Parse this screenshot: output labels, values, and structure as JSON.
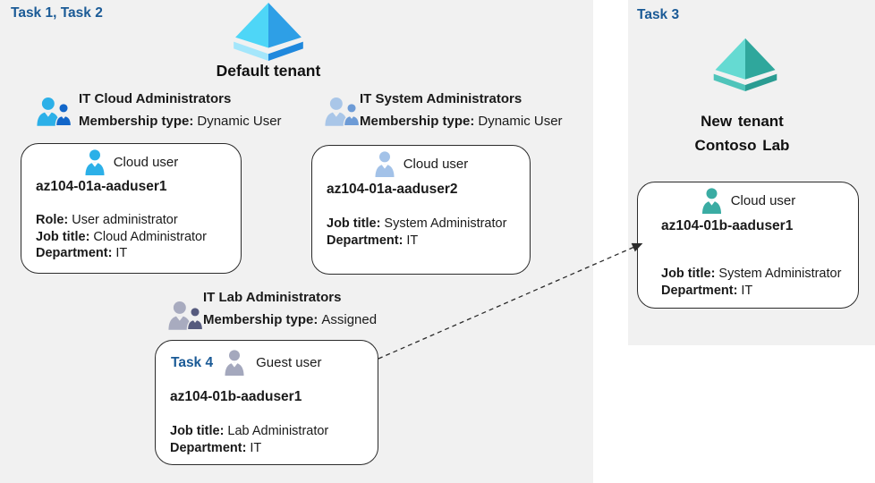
{
  "colors": {
    "canvas_bg": "#f1f1f1",
    "panel_bg": "#f1f1f1",
    "task_label": "#1a5a96",
    "text": "#1a1a1a",
    "box_border": "#2b2b2b",
    "arrow": "#2b2b2b",
    "tenant_default_left": "#4ed6f7",
    "tenant_default_right": "#2e9fe6",
    "tenant_default_base_left": "#a4e6fb",
    "tenant_default_base_right": "#1f88dd",
    "tenant_new_left": "#65dad2",
    "tenant_new_right": "#2fa79c",
    "tenant_new_base_left": "#4fc4ba",
    "tenant_new_base_right": "#2a9c92",
    "cloud_user": "#2cb0e8",
    "cloud_user_light": "#a3c2e8",
    "guest_user": "#a4a8bd",
    "guest_user_dark": "#565b7e",
    "new_cloud_user": "#3aaca3",
    "group_cloud_main": "#2cb0e8",
    "group_cloud_sub": "#1266c9",
    "group_system_main": "#a9c6e8",
    "group_system_sub": "#6d9bd6",
    "group_lab_main": "#a8abbf",
    "group_lab_sub": "#565b7e"
  },
  "default_tenant_area": {
    "task_label": "Task 1, Task 2",
    "tenant_name": "Default tenant",
    "groups": {
      "cloud": {
        "name": "IT Cloud Administrators",
        "membership_label": "Membership type:",
        "membership_value": "Dynamic User"
      },
      "system": {
        "name": "IT System Administrators",
        "membership_label": "Membership type:",
        "membership_value": "Dynamic User"
      },
      "lab": {
        "name": "IT Lab Administrators",
        "membership_label": "Membership type:",
        "membership_value": "Assigned"
      }
    },
    "users": {
      "cloud1": {
        "type_label": "Cloud user",
        "name": "az104-01a-aaduser1",
        "role_label": "Role:",
        "role_value": "User administrator",
        "job_label": "Job title:",
        "job_value": "Cloud Administrator",
        "dept_label": "Department:",
        "dept_value": "IT"
      },
      "cloud2": {
        "type_label": "Cloud user",
        "name": "az104-01a-aaduser2",
        "job_label": "Job title:",
        "job_value": "System Administrator",
        "dept_label": "Department:",
        "dept_value": "IT"
      },
      "guest": {
        "task_label": "Task 4",
        "type_label": "Guest user",
        "name": "az104-01b-aaduser1",
        "job_label": "Job title:",
        "job_value": "Lab Administrator",
        "dept_label": "Department:",
        "dept_value": "IT"
      }
    }
  },
  "new_tenant_panel": {
    "task_label": "Task 3",
    "tenant_name_line1": "New tenant",
    "tenant_name_line2": "Contoso Lab",
    "user": {
      "type_label": "Cloud user",
      "name": "az104-01b-aaduser1",
      "job_label": "Job title:",
      "job_value": "System Administrator",
      "dept_label": "Department:",
      "dept_value": "IT"
    }
  }
}
